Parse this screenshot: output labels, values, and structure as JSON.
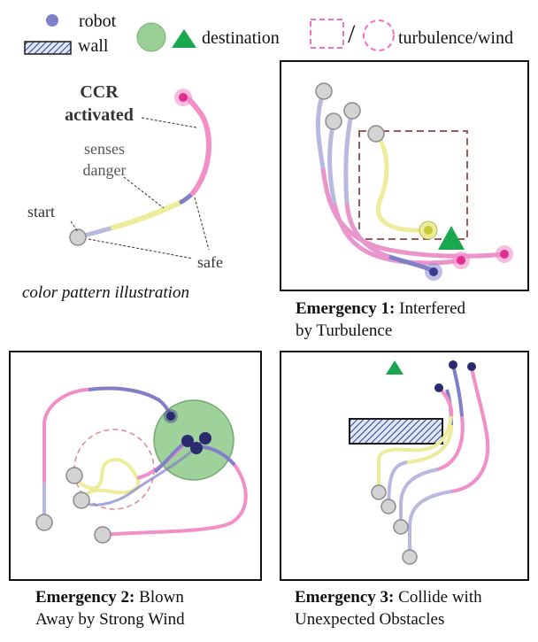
{
  "legend": {
    "robot": "robot",
    "wall": "wall",
    "destination": "destination",
    "separator": "/",
    "turbulence": "turbulence/wind"
  },
  "illustration": {
    "ccr_line1": "CCR",
    "ccr_line2": "activated",
    "senses_line1": "senses",
    "senses_line2": "danger",
    "start": "start",
    "safe": "safe",
    "caption": "color pattern illustration"
  },
  "emergency1": {
    "title": "Emergency 1:",
    "text_a": "Interfered",
    "text_b": "by Turbulence"
  },
  "emergency2": {
    "title": "Emergency 2:",
    "text_a": "Blown",
    "text_b": "Away by Strong Wind"
  },
  "emergency3": {
    "title": "Emergency 3:",
    "text_a": "Collide with",
    "text_b": "Unexpected Obstacles"
  },
  "colors": {
    "safe": "#b8b8e0",
    "danger": "#ecec9a",
    "ccr": "#f28fc8",
    "robot": "#8080c8",
    "destination": "#1aa84f",
    "wind": "#8fc98a",
    "turbulence_box": "#9a5a5a"
  }
}
